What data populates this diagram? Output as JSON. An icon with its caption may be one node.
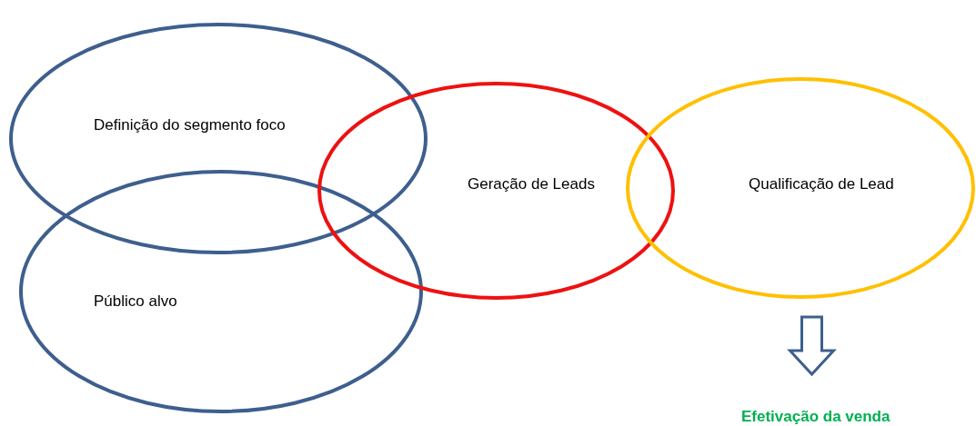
{
  "diagram": {
    "nodes": [
      {
        "text": [
          "Definição do segmento foco"
        ]
      },
      {
        "text": [
          "Público alvo"
        ]
      },
      {
        "text": [
          "Geração de Leads"
        ]
      },
      {
        "text": [
          "Qualificação de Lead"
        ]
      },
      {
        "text": [
          "Efetivação da venda"
        ]
      }
    ],
    "edges": [
      {
        "from": 3,
        "to": 4,
        "arrow": "to"
      }
    ]
  }
}
